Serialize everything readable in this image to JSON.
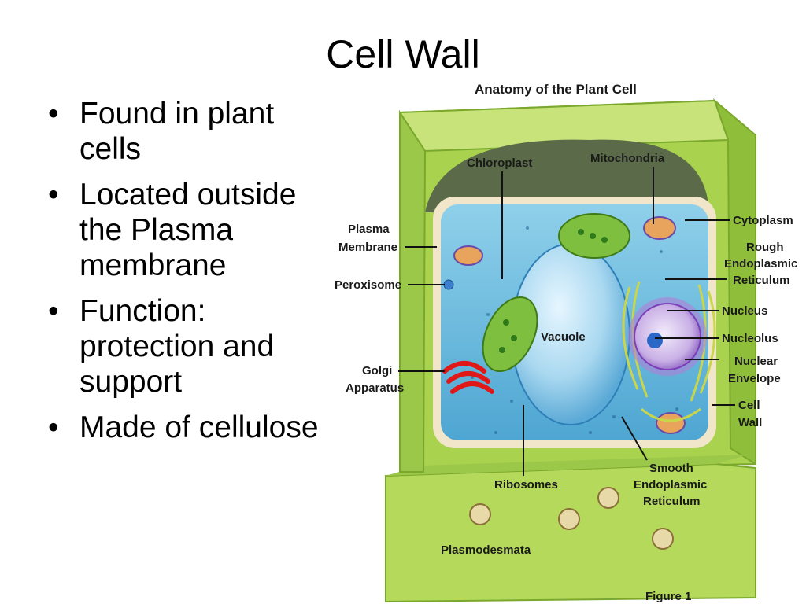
{
  "slide": {
    "title": "Cell Wall",
    "bullets": [
      "Found in plant cells",
      "Located outside the Plasma membrane",
      "Function: protection and support",
      "Made of cellulose"
    ]
  },
  "figure": {
    "title": "Anatomy of the Plant Cell",
    "caption": "Figure 1",
    "labels": {
      "chloroplast": "Chloroplast",
      "mitochondria": "Mitochondria",
      "cytoplasm": "Cytoplasm",
      "plasma_membrane_1": "Plasma",
      "plasma_membrane_2": "Membrane",
      "rough_er_1": "Rough",
      "rough_er_2": "Endoplasmic",
      "rough_er_3": "Reticulum",
      "peroxisome": "Peroxisome",
      "nucleus": "Nucleus",
      "vacuole": "Vacuole",
      "nucleolus": "Nucleolus",
      "golgi_1": "Golgi",
      "golgi_2": "Apparatus",
      "nuclear_envelope_1": "Nuclear",
      "nuclear_envelope_2": "Envelope",
      "cell_wall_1": "Cell",
      "cell_wall_2": "Wall",
      "smooth_er_1": "Smooth",
      "smooth_er_2": "Endoplasmic",
      "smooth_er_3": "Reticulum",
      "ribosomes": "Ribosomes",
      "plasmodesmata": "Plasmodesmata"
    },
    "colors": {
      "cell_wall": "#b5d95a",
      "cell_wall_dark": "#8fbf3a",
      "cytoplasm": "#7cc4e3",
      "vacuole": "#a9d8f0",
      "chloroplast": "#7fbf3f",
      "golgi": "#e01818",
      "nucleus": "#c9b0e6"
    }
  }
}
